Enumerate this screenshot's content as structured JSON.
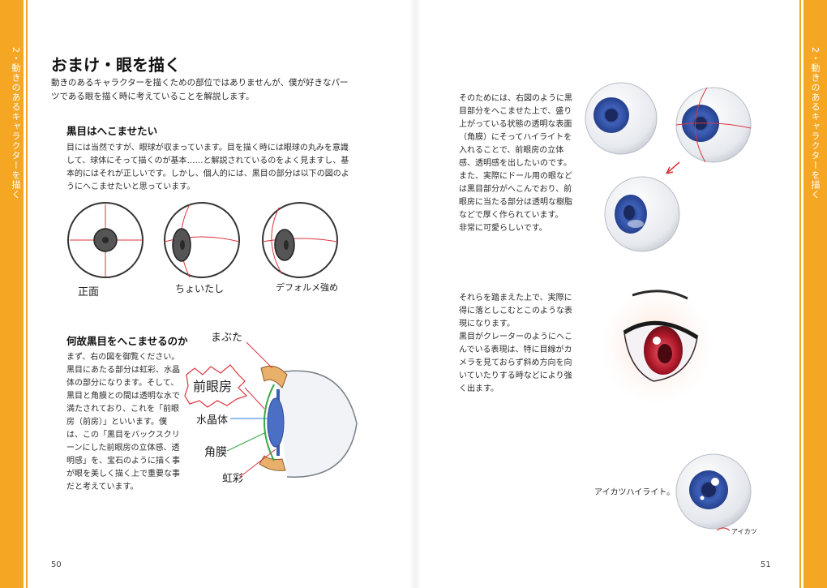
{
  "side_tab": {
    "label": "2・動きのあるキャラクターを描く"
  },
  "left_page": {
    "title": "おまけ・眼を描く",
    "intro": "動きのあるキャラクターを描くための部位ではありませんが、僕が好きなパーツである眼を描く時に考えていることを解説します。",
    "section1": {
      "heading": "黒目はへこませたい",
      "body": "目には当然ですが、眼球が収まっています。目を描く時には眼球の丸みを意識して、球体にそって描くのが基本……と解説されているのをよく見ますし、基本的にはそれが正しいです。しかし、個人的には、黒目の部分は以下の図のようにへこませたいと思っています。"
    },
    "eye_diagram_labels": [
      "正面",
      "ちょいたし",
      "デフォルメ強め"
    ],
    "section2": {
      "heading": "何故黒目をへこませるのか",
      "body": "まず、右の図を御覧ください。黒目にあたる部分は虹彩、水晶体の部分になります。そして、黒目と角膜との間は透明な水で満たされており、これを「前眼房（前房）」といいます。僕は、この「黒目をバックスクリーンにした前眼房の立体感、透明感」を、宝石のように描く事が眼を美しく描く上で重要な事だと考えています。"
    },
    "cross_section_labels": {
      "eyelid": "まぶた",
      "anterior_chamber": "前眼房",
      "lens": "水晶体",
      "cornea": "角膜",
      "iris": "虹彩"
    },
    "page_number": "50"
  },
  "right_page": {
    "para1": "そのためには、右図のように黒目部分をへこませた上で、盛り上がっている状態の透明な表面（角膜）にそってハイライトを入れることで、前眼房の立体感、透明感を出したいのです。",
    "para2": "また、実際にドール用の眼などは黒目部分がへこんでおり、前眼房に当たる部分は透明な樹脂などで厚く作られています。",
    "para3": "非常に可愛らしいです。",
    "para4": "それらを踏まえた上で、実際に得に落としこむとこのような表現になります。",
    "para5": "黒目がクレーターのようにへこんでいる表現は、特に目線がカメラを見ておらず斜め方向を向いていたりする時などにより強く出ます。",
    "caption": "アイカツハイライト。",
    "signature": "アイカツ",
    "page_number": "51"
  },
  "colors": {
    "accent_orange": "#f5a623",
    "guide_red": "#d9363e",
    "iris_blue": "#3a5fb0",
    "label_blue": "#2f7de0",
    "label_green": "#38a848"
  }
}
